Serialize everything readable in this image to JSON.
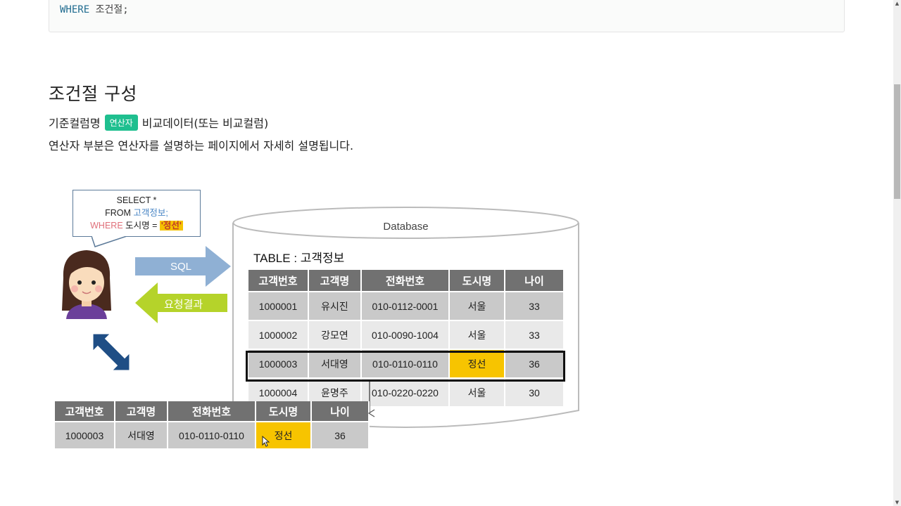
{
  "code": {
    "keyword": "WHERE",
    "rest": "조건절;"
  },
  "section": {
    "title": "조건절 구성",
    "syntax": {
      "before": "기준컬럼명",
      "badge": "연산자",
      "after": "비교데이터(또는 비교컬럼)"
    },
    "description": "연산자 부분은 연산자를 설명하는 페이지에서 자세히 설명됩니다."
  },
  "diagram": {
    "bubble": {
      "line1": "SELECT *",
      "line2_kw": "FROM",
      "line2_table": "고객정보;",
      "line3_kw": "WHERE",
      "line3_col": "도시명 =",
      "line3_val": "'정선'"
    },
    "arrow_sql": "SQL",
    "arrow_result": "요청결과",
    "colors": {
      "sql_arrow": "#8fb0d4",
      "result_arrow": "#b5d32a",
      "double_arrow": "#1f4e85",
      "highlight": "#f7c400",
      "header": "#717171"
    },
    "database": {
      "label": "Database",
      "table_title": "TABLE : 고객정보",
      "headers": [
        "고객번호",
        "고객명",
        "전화번호",
        "도시명",
        "나이"
      ],
      "rows": [
        [
          "1000001",
          "유시진",
          "010-0112-0001",
          "서울",
          "33"
        ],
        [
          "1000002",
          "강모연",
          "010-0090-1004",
          "서울",
          "33"
        ],
        [
          "1000003",
          "서대영",
          "010-0110-0110",
          "정선",
          "36"
        ],
        [
          "1000004",
          "윤명주",
          "010-0220-0220",
          "서울",
          "30"
        ]
      ]
    },
    "result": {
      "headers": [
        "고객번호",
        "고객명",
        "전화번호",
        "도시명",
        "나이"
      ],
      "row": [
        "1000003",
        "서대영",
        "010-0110-0110",
        "정선",
        "36"
      ]
    }
  }
}
